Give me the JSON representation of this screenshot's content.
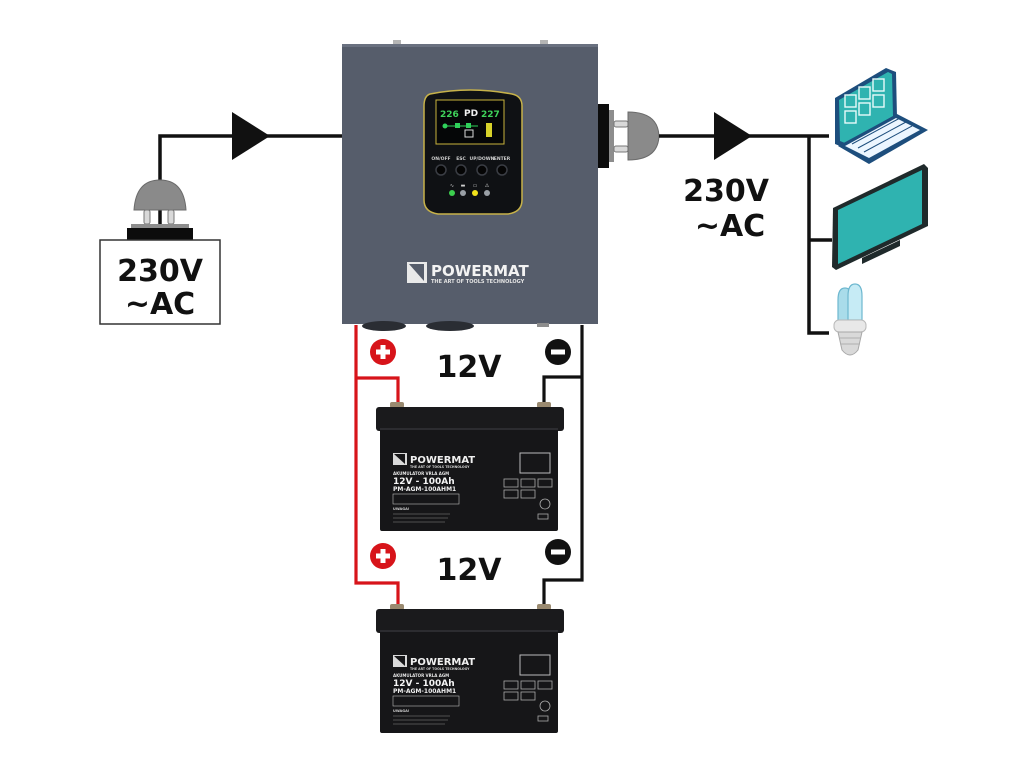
{
  "input": {
    "voltage_label": "230V",
    "type_label": "~AC"
  },
  "output": {
    "voltage_label": "230V",
    "type_label": "~AC",
    "loads": [
      {
        "name": "laptop"
      },
      {
        "name": "monitor"
      },
      {
        "name": "light-bulb"
      }
    ]
  },
  "inverter": {
    "brand": "POWERMAT",
    "tagline": "THE ART OF TOOLS TECHNOLOGY",
    "display": {
      "input_value": "226",
      "mode": "PD",
      "output_value": "227"
    },
    "buttons": [
      "ON/OFF",
      "ESC",
      "UP/DOWN",
      "ENTER"
    ],
    "leds": [
      {
        "name": "ac",
        "color": "#3ccf4e"
      },
      {
        "name": "battery",
        "color": "#9aa0a6"
      },
      {
        "name": "charge",
        "color": "#f2e21b"
      },
      {
        "name": "fault",
        "color": "#9aa0a6"
      }
    ],
    "body_color": "#565d6b"
  },
  "batteries": [
    {
      "voltage_label": "12V",
      "brand": "POWERMAT",
      "tagline": "THE ART OF TOOLS TECHNOLOGY",
      "type": "AKUMULATOR VRLA AGM",
      "rating": "12V - 100Ah",
      "model": "PM-AGM-100AHM1",
      "warning": "UWAGA!"
    },
    {
      "voltage_label": "12V",
      "brand": "POWERMAT",
      "tagline": "THE ART OF TOOLS TECHNOLOGY",
      "type": "AKUMULATOR VRLA AGM",
      "rating": "12V - 100Ah",
      "model": "PM-AGM-100AHM1",
      "warning": "UWAGA!"
    }
  ],
  "polarity": {
    "positive_symbol": "+",
    "negative_symbol": "−",
    "positive_color": "#d7141a",
    "negative_color": "#111111"
  }
}
